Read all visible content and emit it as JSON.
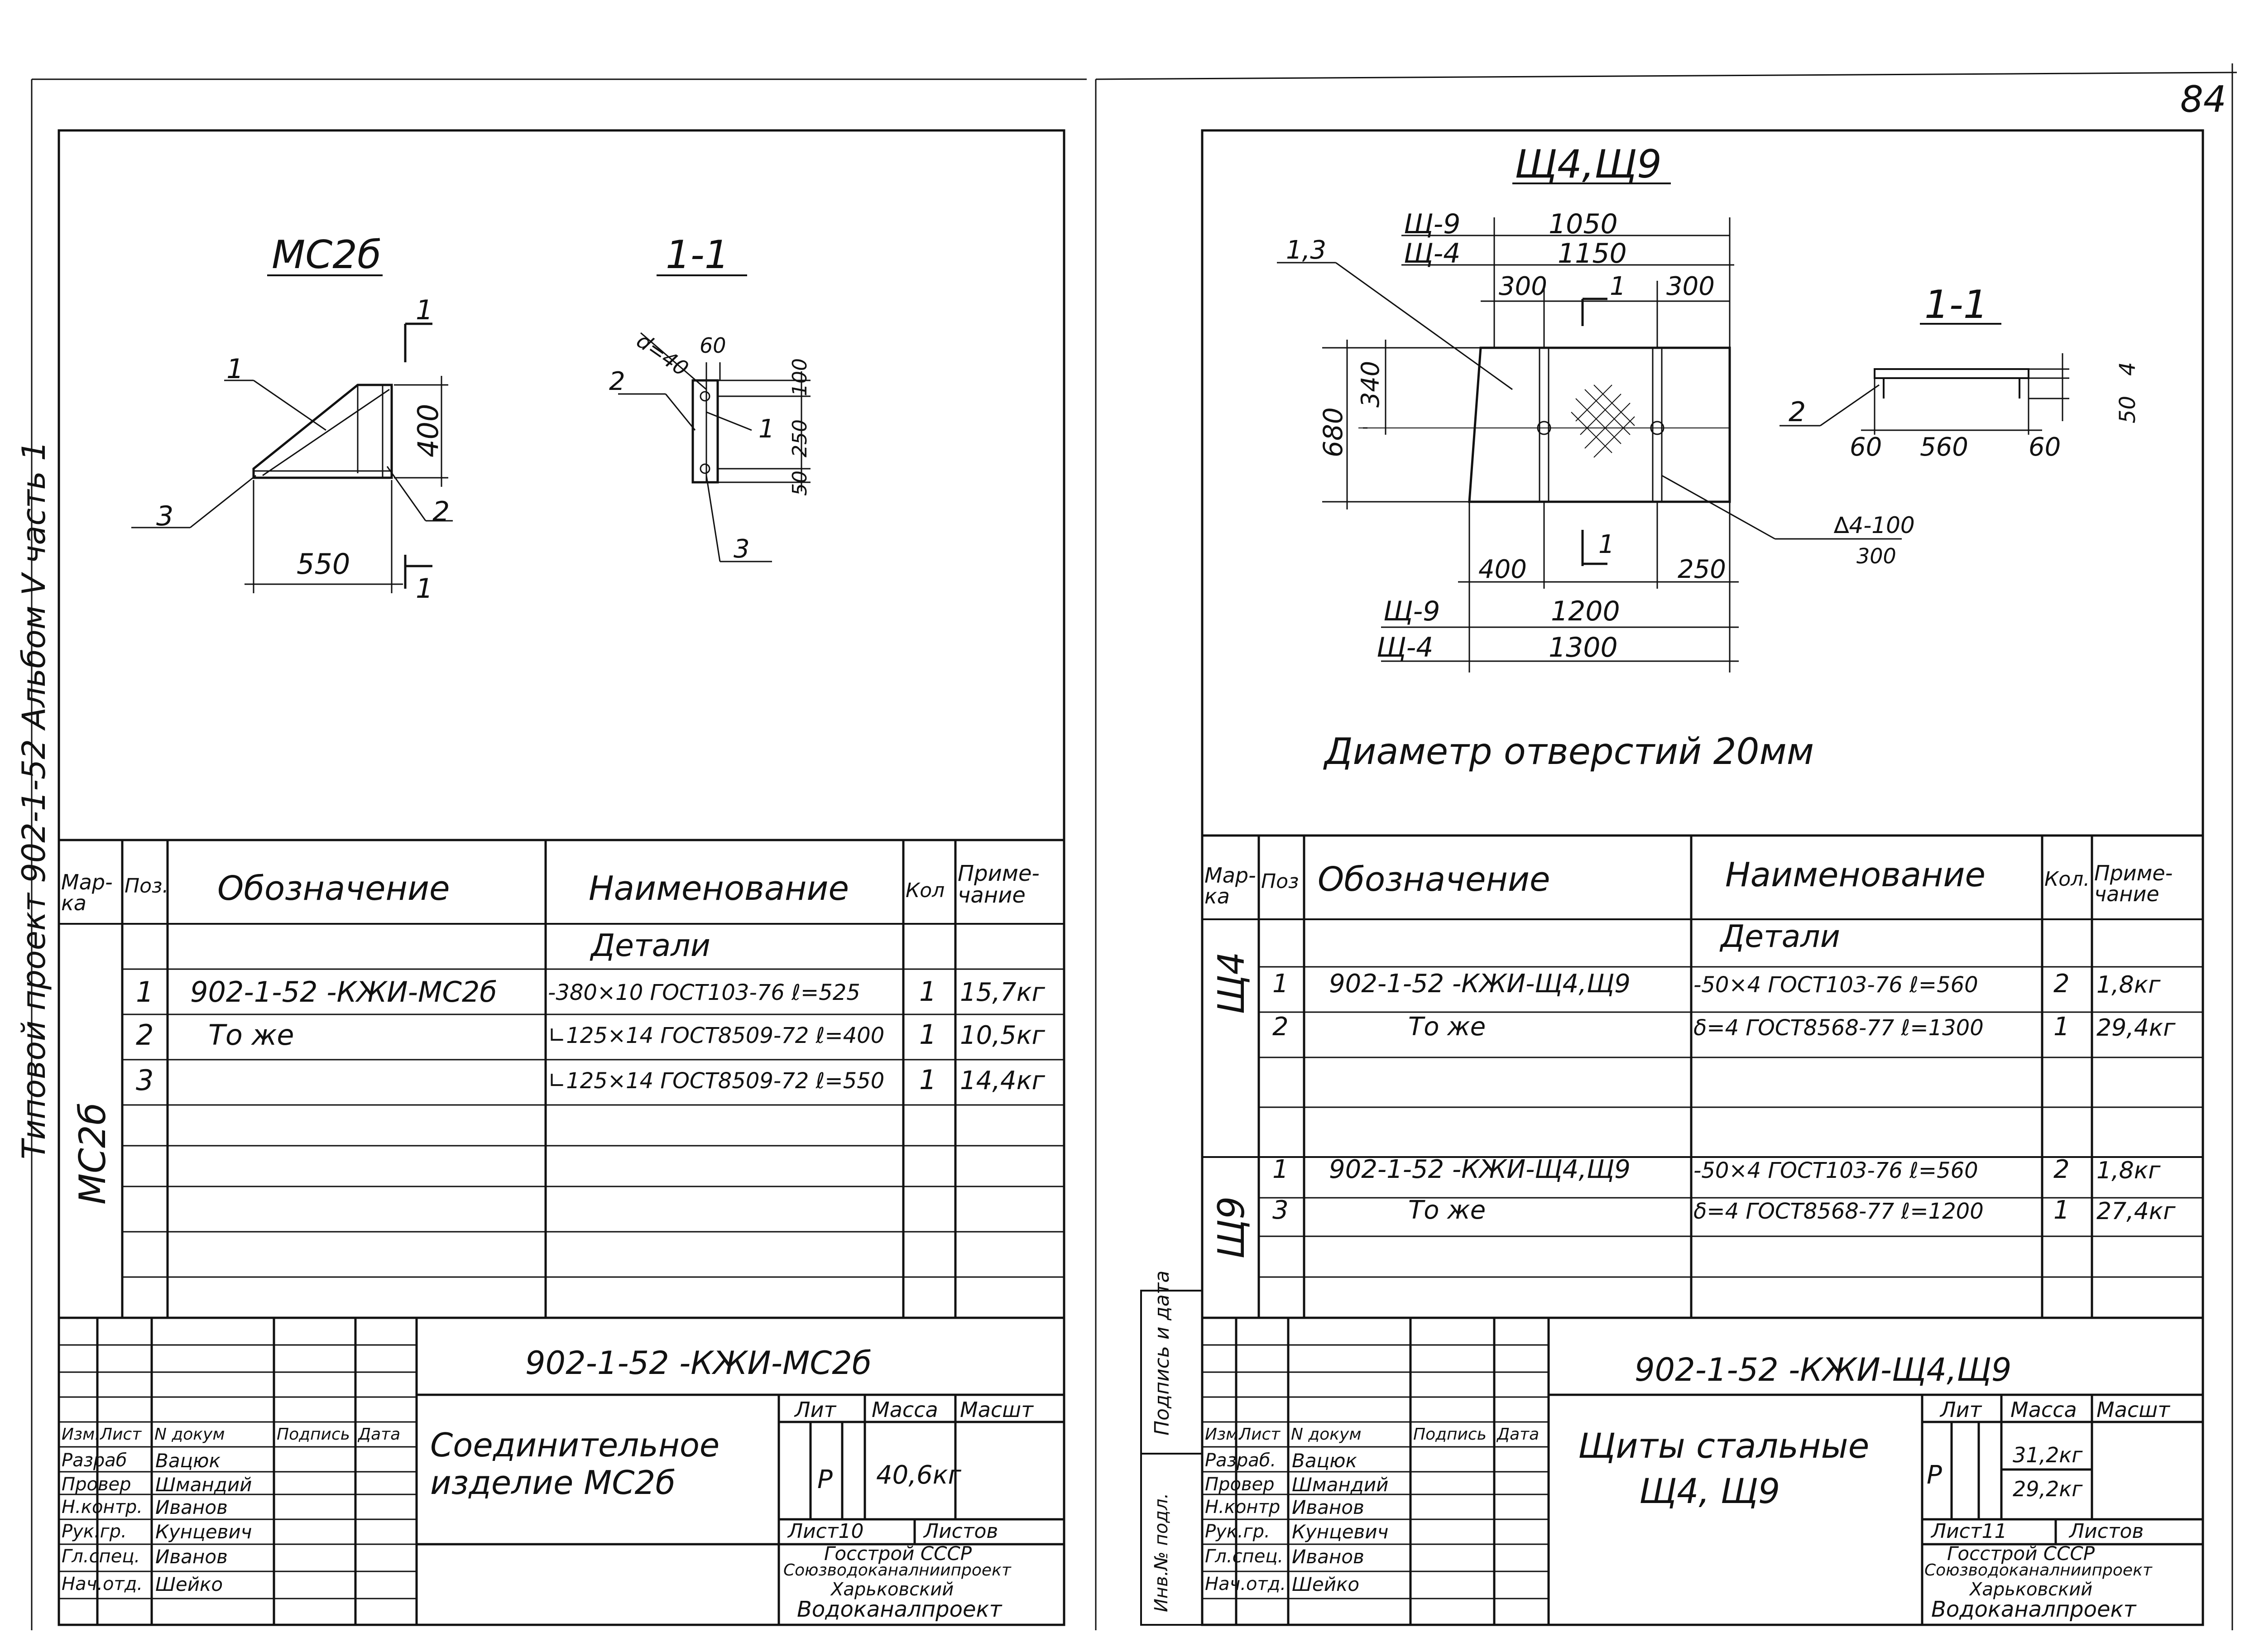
{
  "page_number": "84",
  "side_stamp": {
    "left_margin": "Типовой проект 902-1-52 Альбом V часть 1"
  },
  "sheet_left": {
    "drawings": {
      "main_title": "МС2б",
      "section_title": "1-1",
      "section_marker": "1",
      "callouts": [
        "1",
        "2",
        "3"
      ],
      "dims": {
        "width": "550",
        "height": "400"
      },
      "section_dims": {
        "d": "d=40",
        "top": "60",
        "v1": "100",
        "v2": "250",
        "v3": "50"
      }
    },
    "spec_table": {
      "headers": {
        "mark": "Мар-ка",
        "pos": "Поз.",
        "designation": "Обозначение",
        "name": "Наименование",
        "qty": "Кол",
        "note": "Приме-чание"
      },
      "section_label": "Детали",
      "group_mark": "МС2б",
      "rows": [
        {
          "pos": "1",
          "designation": "902-1-52 -КЖИ-МС2б",
          "name": "-380×10 ГОСТ103-76 ℓ=525",
          "qty": "1",
          "note": "15,7кг"
        },
        {
          "pos": "2",
          "designation": "То же",
          "name": "∟125×14 ГОСТ8509-72 ℓ=400",
          "qty": "1",
          "note": "10,5кг"
        },
        {
          "pos": "3",
          "designation": "",
          "name": "∟125×14 ГОСТ8509-72 ℓ=550",
          "qty": "1",
          "note": "14,4кг"
        }
      ]
    },
    "title_block": {
      "doc_code": "902-1-52 -КЖИ-МС2б",
      "title": "Соединительное изделие МС2б",
      "lit_label": "Лит",
      "mass_label": "Масса",
      "scale_label": "Масшт",
      "lit": "Р",
      "mass": "40,6кг",
      "sheet_label": "Лист10",
      "sheets_label": "Листов",
      "org": [
        "Госстрой СССР",
        "Союзводоканалниипроект",
        "Харьковский",
        "Водоканалпроект"
      ],
      "head_cols": [
        "Изм.",
        "Лист",
        "N докум",
        "Подпись",
        "Дата"
      ],
      "roles": [
        {
          "role": "Разраб",
          "name": "Вацюк"
        },
        {
          "role": "Провер",
          "name": "Шмандий"
        },
        {
          "role": "Н.контр.",
          "name": "Иванов"
        },
        {
          "role": "Рук.гр.",
          "name": "Кунцевич"
        },
        {
          "role": "Гл.спец.",
          "name": "Иванов"
        },
        {
          "role": "Нач.отд.",
          "name": "Шейко"
        }
      ]
    }
  },
  "sheet_right": {
    "drawings": {
      "main_title": "Щ4,Щ9",
      "section_title": "1-1",
      "callout_main": "1,3",
      "callout_section": "2",
      "weld": "∆4-100",
      "weld_sub": "300",
      "top_dims": [
        {
          "label": "Щ-9",
          "value": "1050"
        },
        {
          "label": "Щ-4",
          "value": "1150"
        }
      ],
      "top_small": [
        "300",
        "1",
        "300"
      ],
      "bottom_small": [
        "400",
        "1",
        "250"
      ],
      "bottom_dims": [
        {
          "label": "Щ-9",
          "value": "1200"
        },
        {
          "label": "Щ-4",
          "value": "1300"
        }
      ],
      "left_dims": {
        "outer": "680",
        "inner": "340"
      },
      "section_dims": {
        "a": "60",
        "b": "560",
        "c": "60",
        "h": "50",
        "t": "4"
      },
      "note": "Диаметр отверстий 20мм"
    },
    "spec_table": {
      "headers": {
        "mark": "Мар-ка",
        "pos": "Поз",
        "designation": "Обозначение",
        "name": "Наименование",
        "qty": "Кол.",
        "note": "Приме-чание"
      },
      "section_label": "Детали",
      "groups": [
        {
          "mark": "Щ4",
          "rows": [
            {
              "pos": "1",
              "designation": "902-1-52 -КЖИ-Щ4,Щ9",
              "name": "-50×4 ГОСТ103-76 ℓ=560",
              "qty": "2",
              "note": "1,8кг"
            },
            {
              "pos": "2",
              "designation": "То же",
              "name": "δ=4 ГОСТ8568-77 ℓ=1300",
              "qty": "1",
              "note": "29,4кг"
            }
          ]
        },
        {
          "mark": "Щ9",
          "rows": [
            {
              "pos": "1",
              "designation": "902-1-52 -КЖИ-Щ4,Щ9",
              "name": "-50×4 ГОСТ103-76 ℓ=560",
              "qty": "2",
              "note": "1,8кг"
            },
            {
              "pos": "3",
              "designation": "То же",
              "name": "δ=4 ГОСТ8568-77 ℓ=1200",
              "qty": "1",
              "note": "27,4кг"
            }
          ]
        }
      ]
    },
    "title_block": {
      "doc_code": "902-1-52 -КЖИ-Щ4,Щ9",
      "title_line1": "Щиты стальные",
      "title_line2": "Щ4, Щ9",
      "lit_label": "Лит",
      "mass_label": "Масса",
      "scale_label": "Масшт",
      "lit": "Р",
      "mass1": "31,2кг",
      "mass2": "29,2кг",
      "sheet_label": "Лист11",
      "sheets_label": "Листов",
      "org": [
        "Госстрой СССР",
        "Союзводоканалниипроект",
        "Харьковский",
        "Водоканалпроект"
      ],
      "head_cols": [
        "Изм.",
        "Лист",
        "N докум",
        "Подпись",
        "Дата"
      ],
      "roles": [
        {
          "role": "Разраб.",
          "name": "Вацюк"
        },
        {
          "role": "Провер",
          "name": "Шмандий"
        },
        {
          "role": "Н.контр",
          "name": "Иванов"
        },
        {
          "role": "Рук.гр.",
          "name": "Кунцевич"
        },
        {
          "role": "Гл.спец.",
          "name": "Иванов"
        },
        {
          "role": "Нач.отд.",
          "name": "Шейко"
        }
      ],
      "side_labels": [
        "Подпись и дата",
        "Инв.№ подл."
      ]
    }
  }
}
